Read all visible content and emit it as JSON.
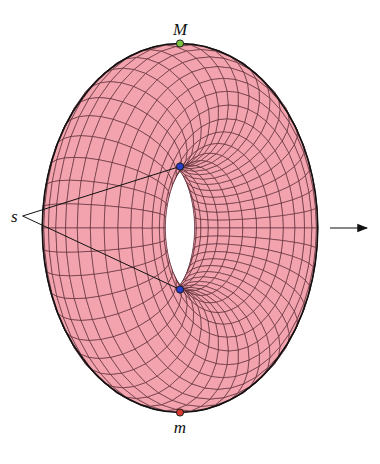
{
  "diagram": {
    "labels": [
      "M",
      "s",
      "m"
    ]
  }
}
